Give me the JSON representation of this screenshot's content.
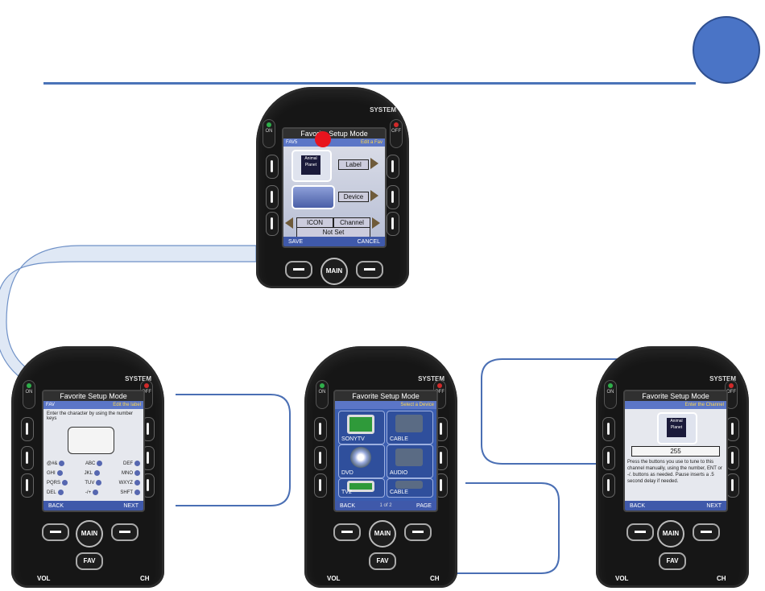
{
  "colors": {
    "accent_blue": "#4a74c6",
    "line_blue": "#4a73b8",
    "screen_header": "#5b76c7",
    "marker_red": "#e8141e"
  },
  "top_remote": {
    "system_label": "SYSTEM",
    "on_label": "ON",
    "off_label": "OFF",
    "screen_title": "Favorite Setup Mode",
    "sub_left": "FAV5",
    "sub_right": "Edit a Fav",
    "logo_text": "Animal Planet",
    "label_btn": "Label",
    "device_btn": "Device",
    "icon_label": "ICON",
    "channel_label": "Channel",
    "notset_label": "Not Set",
    "foot_left": "SAVE",
    "foot_right": "CANCEL",
    "main_label": "MAIN"
  },
  "left_remote": {
    "system_label": "SYSTEM",
    "on_label": "ON",
    "off_label": "OFF",
    "screen_title": "Favorite Setup Mode",
    "sub_left": "FAV",
    "sub_right": "Edit the label",
    "instructions": "Enter the character by using the number keys",
    "keys": [
      [
        "@#&",
        "ABC",
        "DEF"
      ],
      [
        "GHI",
        "JKL",
        "MNO"
      ],
      [
        "PQRS",
        "TUV",
        "WXYZ"
      ],
      [
        "DEL",
        "-/+",
        "SHFT"
      ]
    ],
    "foot_left": "BACK",
    "foot_right": "NEXT",
    "main_label": "MAIN",
    "fav_label": "FAV",
    "vol_label": "VOL",
    "ch_label": "CH"
  },
  "middle_remote": {
    "system_label": "SYSTEM",
    "on_label": "ON",
    "off_label": "OFF",
    "screen_title": "Favorite Setup Mode",
    "sub_right": "Select a Device",
    "devices": [
      "SONYTV",
      "CABLE",
      "DVD",
      "AUDIO",
      "TV2",
      "CABLE"
    ],
    "foot_left": "BACK",
    "foot_mid": "1 of 2",
    "foot_right": "PAGE",
    "main_label": "MAIN",
    "fav_label": "FAV",
    "vol_label": "VOL",
    "ch_label": "CH"
  },
  "right_remote": {
    "system_label": "SYSTEM",
    "on_label": "ON",
    "off_label": "OFF",
    "screen_title": "Favorite Setup Mode",
    "sub_right": "Enter the Channel",
    "logo_text": "Animal Planet",
    "channel_value": "255",
    "instructions": "Press the buttons you use to tune to this channel manually, using the number, ENT or -/. buttons as needed. Pause inserts a .5 second delay if needed.",
    "foot_left": "BACK",
    "foot_right": "NEXT",
    "main_label": "MAIN",
    "fav_label": "FAV",
    "vol_label": "VOL",
    "ch_label": "CH"
  }
}
